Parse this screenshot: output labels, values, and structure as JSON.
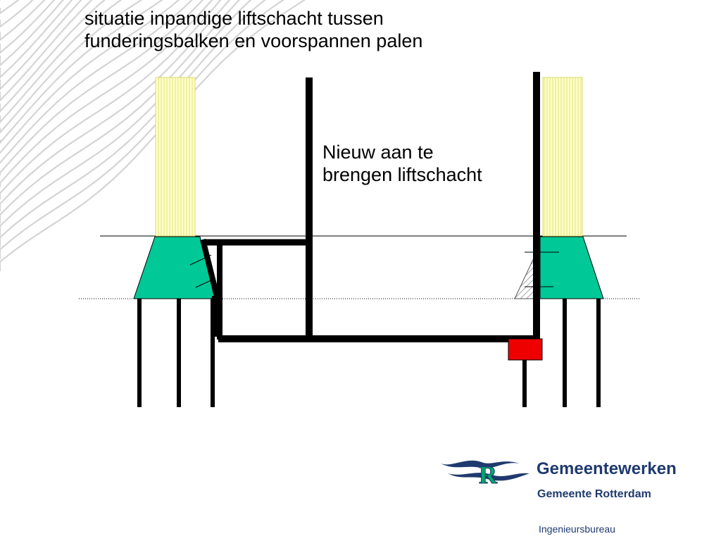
{
  "slide": {
    "title_line1": "situatie inpandige liftschacht tussen",
    "title_line2": "funderingsbalken en voorspannen palen",
    "shaft_label_line1": "Nieuw aan te",
    "shaft_label_line2": "brengen liftschacht"
  },
  "footer": {
    "organization": "Gemeentewerken",
    "municipality": "Gemeente Rotterdam",
    "department": "Ingenieursbureau",
    "logo_letter": "R"
  },
  "colors": {
    "column_fill": "#ffffc8",
    "column_lines": "#e0e080",
    "footing_fill": "#00c896",
    "anchor_block": "#ee0000",
    "structure": "#000000",
    "brand": "#1f3a6e"
  }
}
